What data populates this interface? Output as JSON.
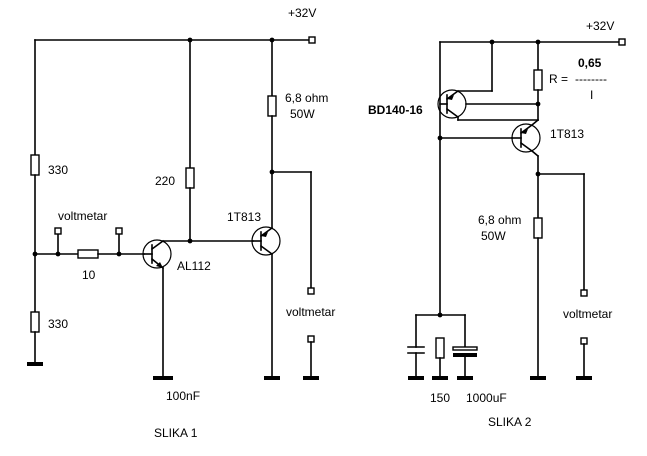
{
  "circuit1": {
    "supply": "+32V",
    "r_top": "330",
    "r_bottom": "330",
    "r_series": "10",
    "r_collector": "220",
    "r_load_value": "6,8 ohm",
    "r_load_power": "50W",
    "voltmeter_left": "voltmetar",
    "voltmeter_right": "voltmetar",
    "transistor_driver": "AL112",
    "transistor_power": "1T813",
    "capacitor_value": "100nF",
    "caption": "SLIKA 1"
  },
  "circuit2": {
    "supply": "+32V",
    "formula_numerator": "0,65",
    "formula_lhs": "R =",
    "formula_bar": "--------",
    "formula_denominator": "I",
    "transistor_pnp": "BD140-16",
    "transistor_power": "1T813",
    "r_load_value": "6,8 ohm",
    "r_load_power": "50W",
    "voltmeter": "voltmetar",
    "r_emitter": "150",
    "capacitor_value": "1000uF",
    "caption": "SLIKA 2"
  }
}
